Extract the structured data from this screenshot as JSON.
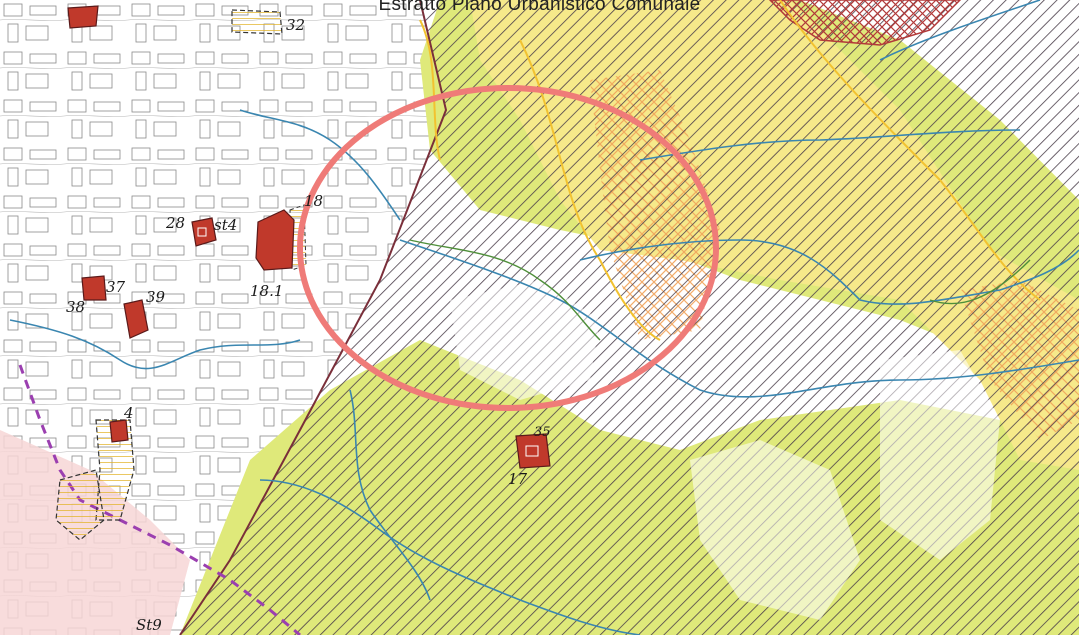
{
  "map": {
    "title": "Estratto Piano Urbanistico Comunale",
    "labels": {
      "l32": "32",
      "l28": "28",
      "st4": "st4",
      "l18": "18",
      "l18_1": "18.1",
      "l38": "38",
      "l37": "37",
      "l39": "39",
      "l4": "4",
      "l35": "35",
      "l17": "17",
      "st9": "St9"
    },
    "colors": {
      "background": "#ffffff",
      "yellow_green_zone": "#dfe97a",
      "yellow_zone": "#f6e98a",
      "dark_hatch": "#4a3d4a",
      "red_crosshatch": "#b23a3a",
      "building_red": "#c0392b",
      "river_blue": "#3a86b0",
      "green_stream": "#4f8f3a",
      "pink_zone": "#f7d6d6",
      "purple_boundary": "#9b3fb0",
      "highlight_circle": "#ef7b78"
    }
  }
}
